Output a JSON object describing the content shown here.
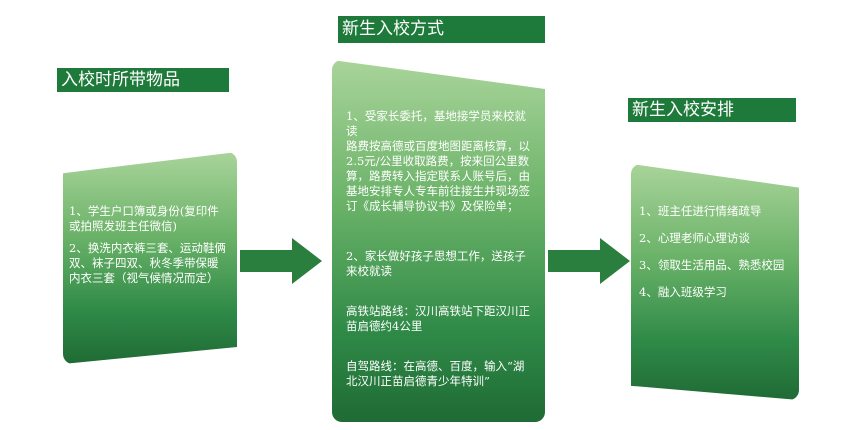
{
  "titles": {
    "left": "入校时所带物品",
    "middle": "新生入校方式",
    "right": "新生入校安排"
  },
  "cards": {
    "left": [
      "1、学生户口簿或身份(复印件或拍照发班主任微信)",
      "2、换洗内衣裤三套、运动鞋俩双、袜子四双、秋冬季带保暖内衣三套（视气候情况而定）"
    ],
    "middle": [
      "1、受家长委托，基地接学员来校就读\n路费按高德或百度地图距离核算，以2.5元/公里收取路费，按来回公里数算，路费转入指定联系人账号后，由基地安排专人专车前往接生并现场签订《成长辅导协议书》及保险单；",
      "2、家长做好孩子思想工作，送孩子来校就读",
      "高铁站路线：汉川高铁站下距汉川正苗启德约4公里",
      "自驾路线：在高德、百度，输入“湖北汉川正苗启德青少年特训”"
    ],
    "right": [
      "1、班主任进行情绪疏导",
      "2、心理老师心理访谈",
      "3、领取生活用品、熟悉校园",
      "4、融入班级学习"
    ]
  },
  "colors": {
    "title_bg": "#1e7a3a",
    "card_dark": "#1f6b35",
    "card_light": "#a9d49a",
    "arrow": "#2a7f3e"
  }
}
